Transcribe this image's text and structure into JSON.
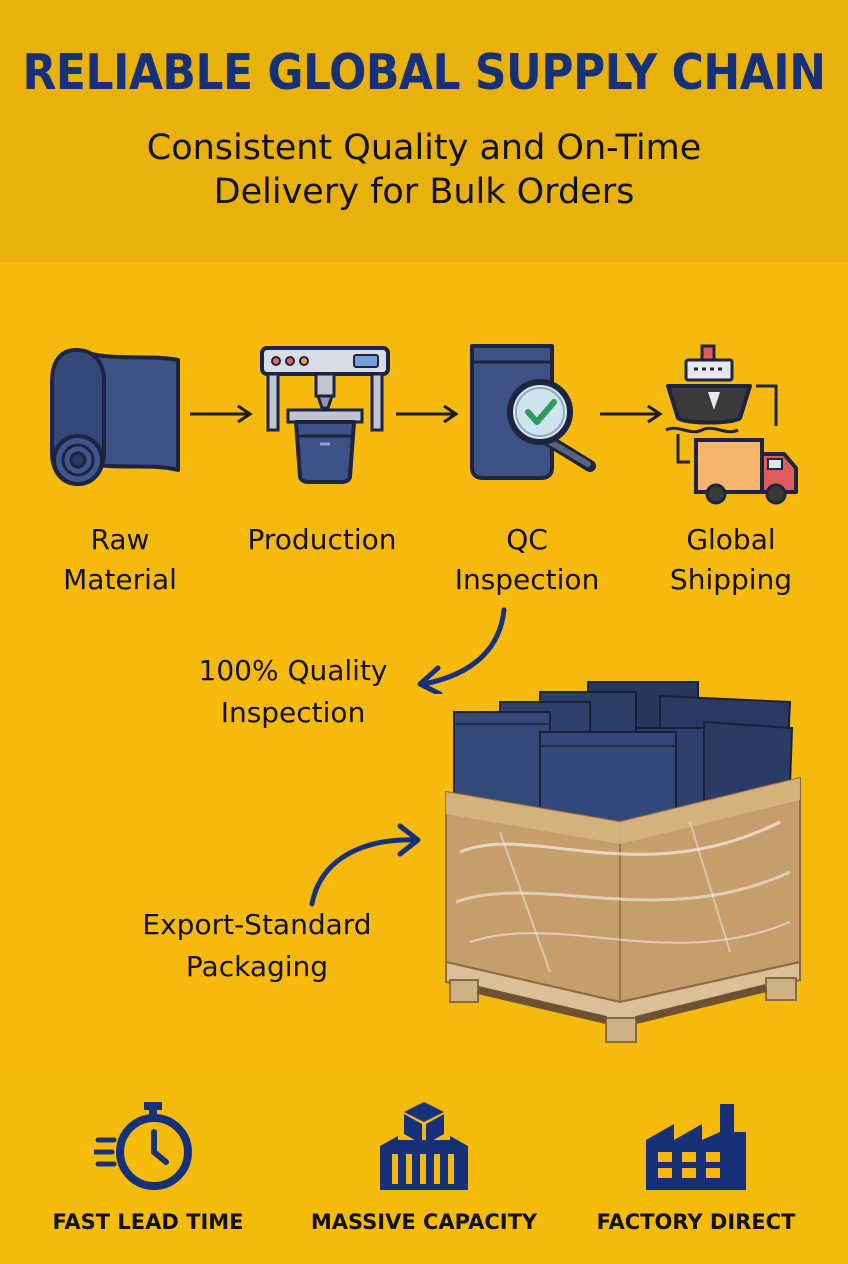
{
  "header": {
    "title": "RELIABLE GLOBAL SUPPLY CHAIN",
    "subtitle_line1": "Consistent Quality and On-Time",
    "subtitle_line2": "Delivery for Bulk Orders"
  },
  "steps": [
    {
      "line1": "Raw",
      "line2": "Material",
      "icon": "film-roll-icon"
    },
    {
      "line1": "Production",
      "line2": "",
      "icon": "packaging-machine-icon"
    },
    {
      "line1": "QC",
      "line2": "Inspection",
      "icon": "magnifier-check-icon"
    },
    {
      "line1": "Global",
      "line2": "Shipping",
      "icon": "ship-truck-icon"
    }
  ],
  "callouts": {
    "quality_line1": "100% Quality",
    "quality_line2": "Inspection",
    "packaging_line1": "Export-Standard",
    "packaging_line2": "Packaging"
  },
  "features": [
    {
      "label": "FAST LEAD TIME",
      "icon": "stopwatch-icon"
    },
    {
      "label": "MASSIVE CAPACITY",
      "icon": "warehouse-box-icon"
    },
    {
      "label": "FACTORY DIRECT",
      "icon": "factory-icon"
    }
  ],
  "colors": {
    "background": "#F6B90D",
    "header_band": "#E9B10C",
    "title_blue": "#16307A",
    "pouch_navy": "#2D3F6B",
    "text": "#111111"
  }
}
